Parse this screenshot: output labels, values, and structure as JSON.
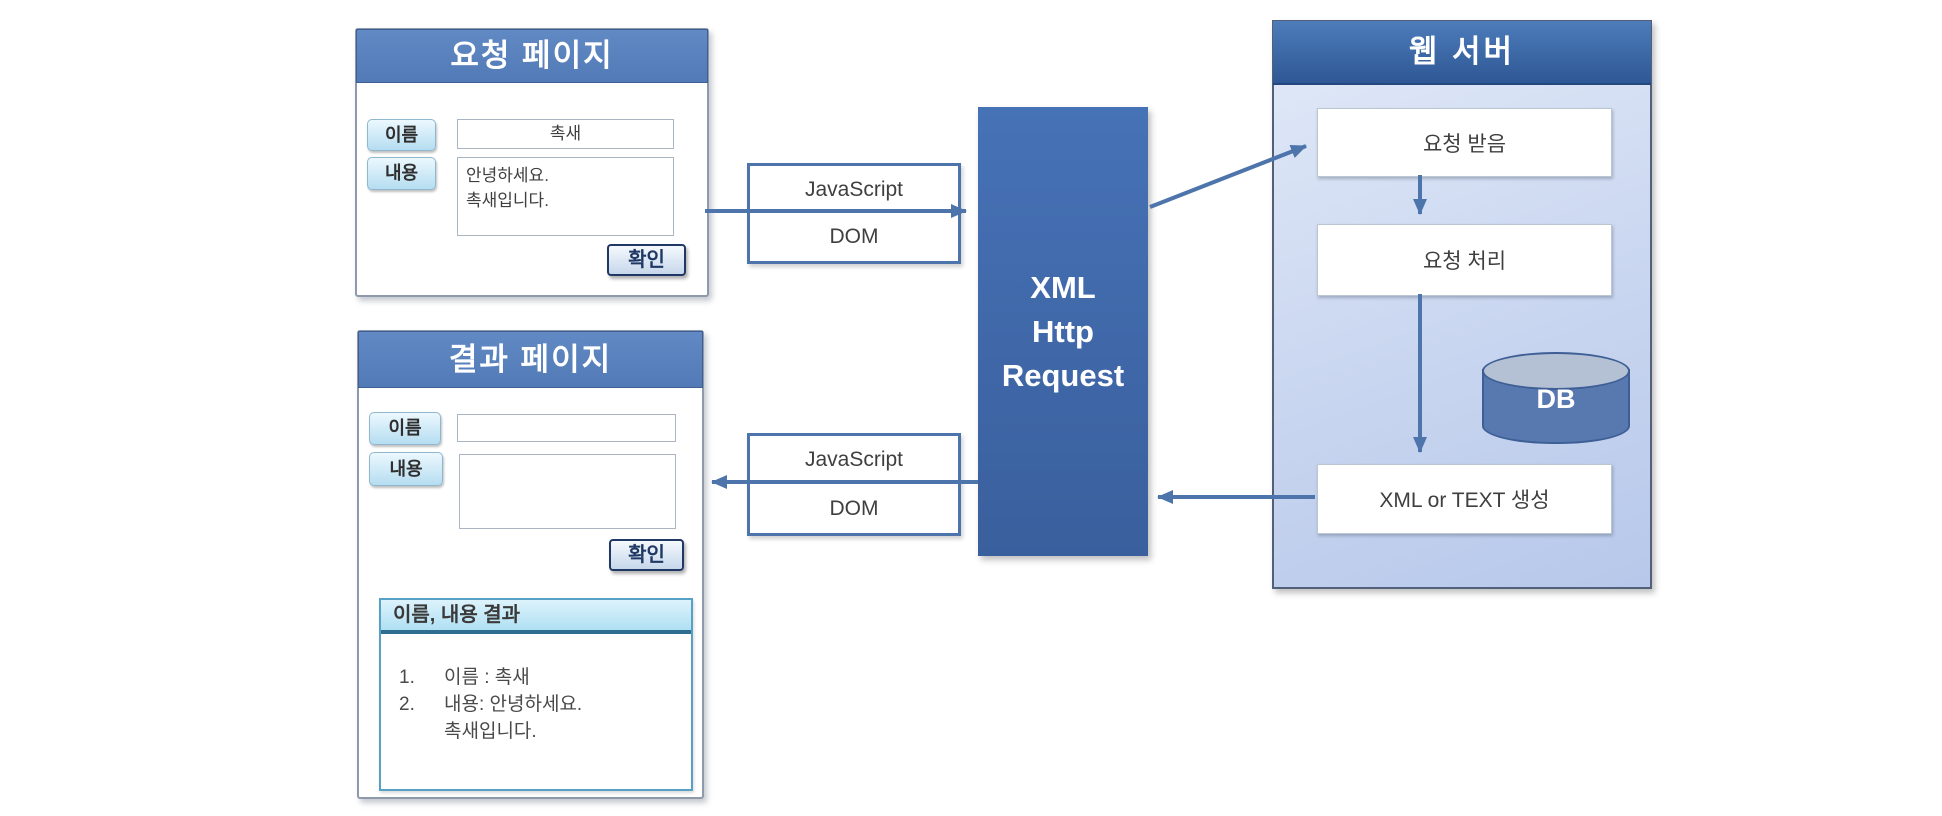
{
  "request_page": {
    "title": "요청 페이지",
    "name_label": "이름",
    "name_value": "촉새",
    "content_label": "내용",
    "content_value": "안녕하세요.\n촉새입니다.",
    "confirm_label": "확인"
  },
  "result_page": {
    "title": "결과 페이지",
    "name_label": "이름",
    "name_value": "",
    "content_label": "내용",
    "content_value": "",
    "confirm_label": "확인",
    "result_box": {
      "header": "이름, 내용 결과",
      "item1_num": "1.",
      "item1_text": "이름 : 촉새",
      "item2_num": "2.",
      "item2_text": "내용: 안녕하세요.",
      "item2_text_cont": "촉새입니다."
    }
  },
  "request_bridge": {
    "top": "JavaScript",
    "bottom": "DOM"
  },
  "response_bridge": {
    "top": "JavaScript",
    "bottom": "DOM"
  },
  "xhr_box": {
    "line1": "XML",
    "line2": "Http",
    "line3": "Request"
  },
  "web_server": {
    "title": "웹 서버",
    "step_receive": "요청 받음",
    "step_process": "요청 처리",
    "step_generate": "XML or TEXT 생성",
    "db_label": "DB"
  },
  "colors": {
    "panel_header_blue": "#5b82be",
    "server_header_blue": "#2e5795",
    "server_body_light": "#c9d6f0",
    "xhr_blue": "#3f68af",
    "arrow_blue": "#4e74ac",
    "label_cyan": "#b5ddf1",
    "result_header_cyan": "#b0e0f3",
    "result_border_teal": "#2f6e91",
    "db_blue": "#5878b0",
    "db_top_gray": "#b4c0d4"
  }
}
